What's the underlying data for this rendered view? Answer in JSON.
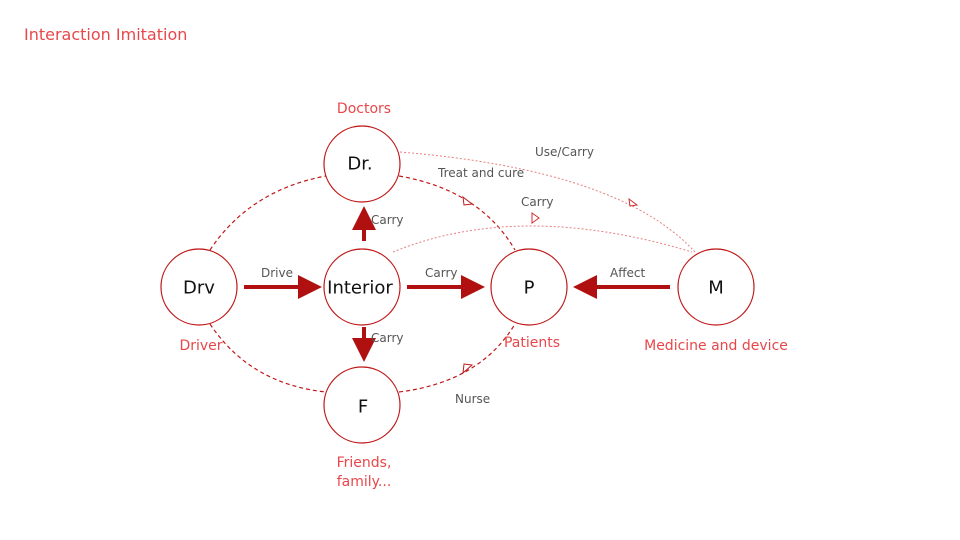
{
  "title": "Interaction Imitation",
  "colors": {
    "accent": "#e8474a",
    "stroke": "#b01010",
    "light": "#e88080"
  },
  "nodes": {
    "doctor": {
      "label": "Dr.",
      "role": "Doctors"
    },
    "driver": {
      "label": "Drv",
      "role": "Driver"
    },
    "interior": {
      "label": "Interior"
    },
    "patient": {
      "label": "P",
      "role": "Patients"
    },
    "medicine": {
      "label": "M",
      "role": "Medicine and device"
    },
    "friends": {
      "label": "F",
      "role_line1": "Friends,",
      "role_line2": "family..."
    }
  },
  "edges": {
    "drive": "Drive",
    "carry_patient": "Carry",
    "carry_doctor": "Carry",
    "carry_friends": "Carry",
    "affect": "Affect",
    "use_carry": "Use/Carry",
    "treat": "Treat and cure",
    "carry_interior_medicine": "Carry",
    "nurse": "Nurse"
  }
}
